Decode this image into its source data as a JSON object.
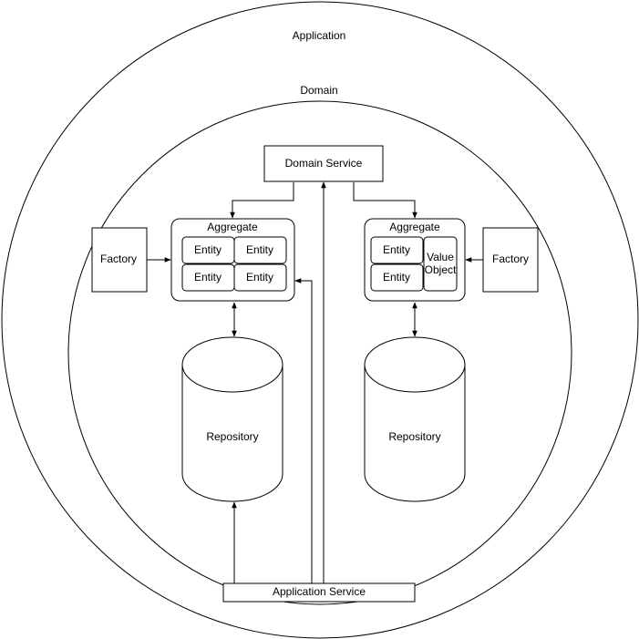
{
  "layers": {
    "application_label": "Application",
    "domain_label": "Domain"
  },
  "domain_service": {
    "label": "Domain Service"
  },
  "application_service": {
    "label": "Application Service"
  },
  "left": {
    "factory_label": "Factory",
    "aggregate_label": "Aggregate",
    "entities": [
      "Entity",
      "Entity",
      "Entity",
      "Entity"
    ],
    "repository_label": "Repository"
  },
  "right": {
    "factory_label": "Factory",
    "aggregate_label": "Aggregate",
    "entities": [
      "Entity",
      "Entity"
    ],
    "value_object_line1": "Value",
    "value_object_line2": "Object",
    "repository_label": "Repository"
  }
}
